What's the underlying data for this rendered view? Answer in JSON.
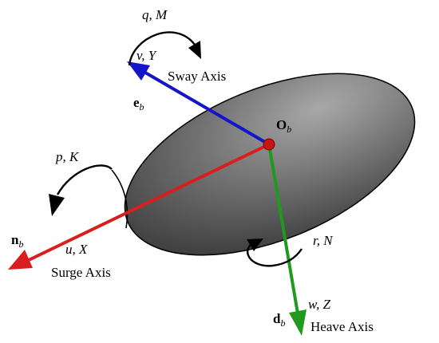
{
  "colors": {
    "surge_axis": "#d81e1e",
    "sway_axis": "#1414c8",
    "heave_axis": "#1f9a1f",
    "origin": "#c81414",
    "body_dark": "#3a3a3a",
    "body_light": "#a8a8a8"
  },
  "origin": {
    "symbol": "O",
    "subscript": "b"
  },
  "sway": {
    "axis_label": "Sway Axis",
    "vector_symbol": "e",
    "vector_subscript": "b",
    "velocity_force": "v, Y",
    "rotation": "q, M"
  },
  "surge": {
    "axis_label": "Surge Axis",
    "vector_symbol": "n",
    "vector_subscript": "b",
    "velocity_force": "u, X",
    "rotation": "p, K"
  },
  "heave": {
    "axis_label": "Heave Axis",
    "vector_symbol": "d",
    "vector_subscript": "b",
    "velocity_force": "w, Z",
    "rotation": "r, N"
  }
}
